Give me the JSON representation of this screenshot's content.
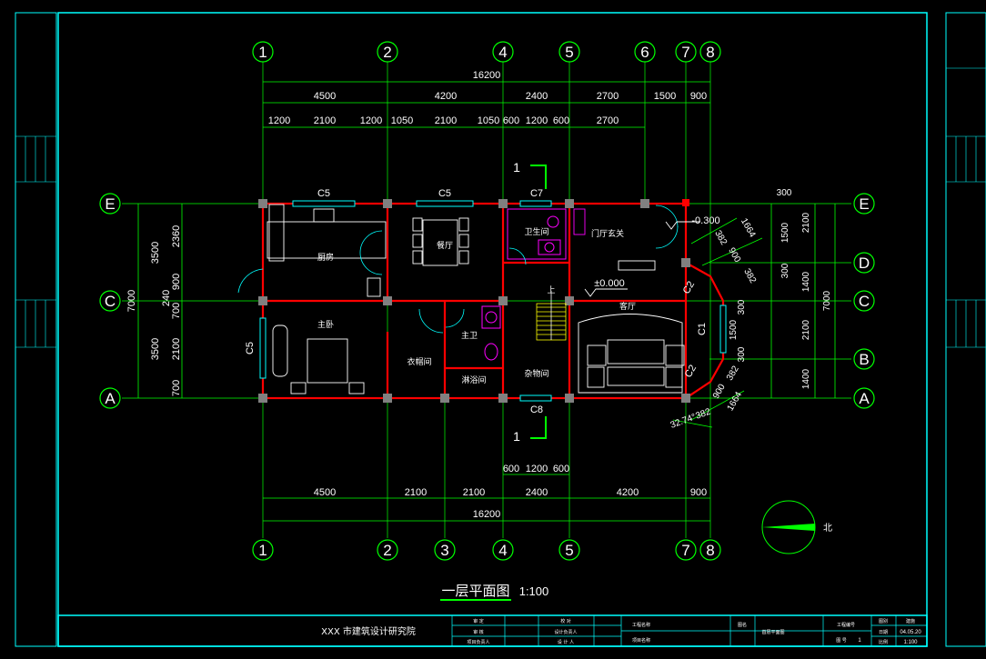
{
  "colors": {
    "background": "#000000",
    "frame": "#00ffff",
    "axis": "#00ff00",
    "wall": "#ff0000",
    "column": "#808080",
    "text": "#ffffff",
    "dimension": "#00ff00",
    "magenta": "#ff00ff",
    "yellow": "#ffff00",
    "blue": "#4444ff"
  },
  "drawing": {
    "title": "一层平面图",
    "scale": "1:100",
    "elevation_zero": "±0.000",
    "elevation_entry": "-0.300",
    "section_mark": "1",
    "stair_up": "上",
    "north_label": "北"
  },
  "axes": {
    "top": [
      "1",
      "2",
      "4",
      "5",
      "6",
      "7",
      "8"
    ],
    "bottom": [
      "1",
      "2",
      "3",
      "4",
      "5",
      "7",
      "8"
    ],
    "left": [
      "E",
      "C",
      "A"
    ],
    "right": [
      "E",
      "D",
      "C",
      "B",
      "A"
    ]
  },
  "dimensions": {
    "top_total": "16200",
    "top_row2": [
      "4500",
      "4200",
      "2400",
      "2700",
      "1500",
      "900"
    ],
    "top_row3": [
      "1200",
      "2100",
      "1200",
      "1050",
      "2100",
      "1050",
      "600",
      "1200",
      "600",
      "2700"
    ],
    "bottom_row1": [
      "600",
      "1200",
      "600"
    ],
    "bottom_row2": [
      "4500",
      "2100",
      "2100",
      "2400",
      "4200",
      "900"
    ],
    "bottom_total": "16200",
    "left_outer": [
      "3500",
      "7000",
      "3500"
    ],
    "left_inner": [
      "2360",
      "900",
      "240",
      "700",
      "2100",
      "700"
    ],
    "right_inner": [
      "300",
      "1500",
      "2100",
      "300",
      "1400",
      "300",
      "1500",
      "2100",
      "300",
      "1400"
    ],
    "right_outer": "7000",
    "bay_dims": [
      "1664",
      "900",
      "382",
      "382",
      "382",
      "900",
      "1664",
      "382"
    ],
    "angle": "32.74°"
  },
  "windows": {
    "c5_top_left": "C5",
    "c5_top_mid": "C5",
    "c7": "C7",
    "c5_left": "C5",
    "c8": "C8",
    "c2_top": "C2",
    "c1": "C1",
    "c2_bottom": "C2"
  },
  "rooms": {
    "kitchen": "厨房",
    "dining": "餐厅",
    "toilet": "卫生间",
    "foyer": "门厅玄关",
    "living": "客厅",
    "master_bed": "主卧",
    "master_bath": "主卫",
    "cloakroom": "衣帽间",
    "shower": "淋浴间",
    "storage": "杂物间"
  },
  "title_block": {
    "institute": "XXX 市建筑设计研究院",
    "labels": [
      "审 定",
      "审 核",
      "项目负责人",
      "校 对",
      "设计负责人",
      "设 计 人",
      "工程名称",
      "项目名称",
      "图名",
      "首层平面图",
      "工程编号",
      "图 号",
      "图别",
      "建施",
      "日期",
      "04.05.20",
      "比例",
      "1:100",
      "1"
    ]
  }
}
